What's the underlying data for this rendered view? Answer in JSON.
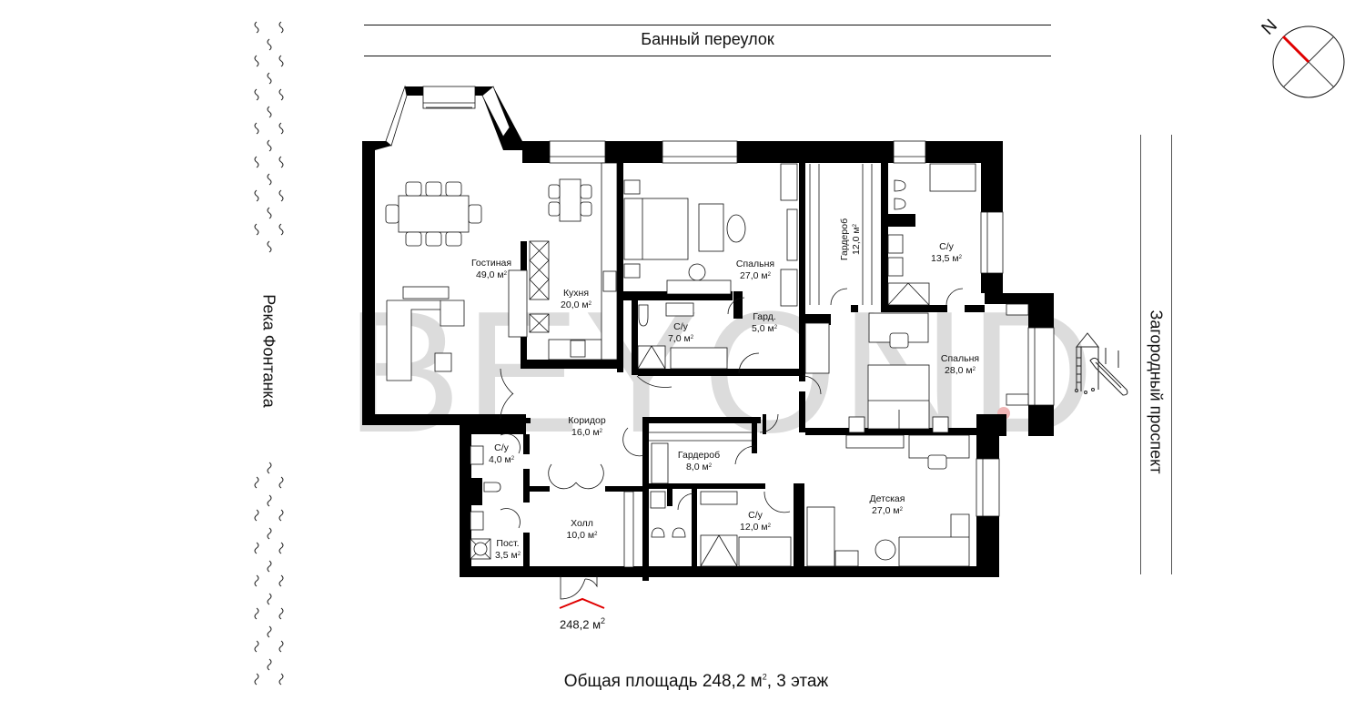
{
  "streets": {
    "top": "Банный переулок",
    "right": "Загородный проспект",
    "left": "Река Фонтанка"
  },
  "compass": {
    "label": "N",
    "needle_color": "#e00000"
  },
  "watermark": "BEYOND",
  "rooms": [
    {
      "id": "living",
      "name": "Гостиная",
      "area": "49,0 м",
      "sup": "2"
    },
    {
      "id": "kitchen",
      "name": "Кухня",
      "area": "20,0 м",
      "sup": "2"
    },
    {
      "id": "bedroom1",
      "name": "Спальня",
      "area": "27,0 м",
      "sup": "2"
    },
    {
      "id": "wardrobe1",
      "name": "Гардероб",
      "area": "12,0 м",
      "sup": "2"
    },
    {
      "id": "bath1",
      "name": "С/у",
      "area": "13,5 м",
      "sup": "2"
    },
    {
      "id": "bath2",
      "name": "С/у",
      "area": "7,0 м",
      "sup": "2"
    },
    {
      "id": "wardrobe2",
      "name": "Гард.",
      "area": "5,0 м",
      "sup": "2"
    },
    {
      "id": "bedroom2",
      "name": "Спальня",
      "area": "28,0 м",
      "sup": "2"
    },
    {
      "id": "corridor",
      "name": "Коридор",
      "area": "16,0 м",
      "sup": "2"
    },
    {
      "id": "bath3",
      "name": "С/у",
      "area": "4,0 м",
      "sup": "2"
    },
    {
      "id": "wardrobe3",
      "name": "Гардероб",
      "area": "8,0 м",
      "sup": "2"
    },
    {
      "id": "hall",
      "name": "Холл",
      "area": "10,0 м",
      "sup": "2"
    },
    {
      "id": "laundry",
      "name": "Пост.",
      "area": "3,5 м",
      "sup": "2"
    },
    {
      "id": "bath4",
      "name": "С/у",
      "area": "12,0 м",
      "sup": "2"
    },
    {
      "id": "kids",
      "name": "Детская",
      "area": "27,0 м",
      "sup": "2"
    }
  ],
  "entrance": {
    "area": "248,2 м",
    "sup": "2",
    "marker_color": "#e00000"
  },
  "footer": {
    "prefix": "Общая площадь ",
    "area": "248,2 м",
    "sup": "2",
    "suffix": ", 3 этаж"
  },
  "icons": {
    "playground": "playground-icon",
    "water": "water-wave-icon"
  }
}
